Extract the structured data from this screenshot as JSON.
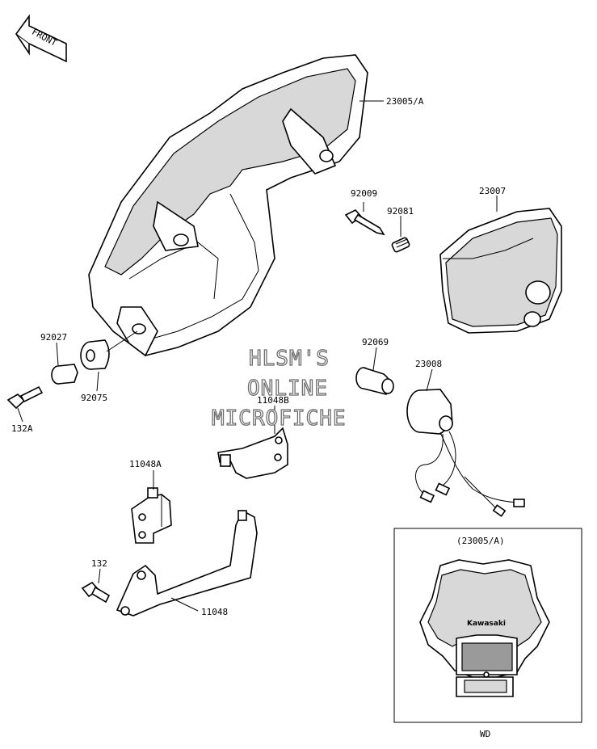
{
  "front_arrow": {
    "text": "FRONT"
  },
  "callouts": {
    "fairing": "23005/A",
    "lens_unit": "23007",
    "screw": "92009",
    "spring": "92081",
    "collar": "92027",
    "grommet": "92075",
    "bolt_lower": "132A",
    "bulb": "92069",
    "socket": "23008",
    "bracket_b": "11048B",
    "bracket_a": "11048A",
    "bolt_stay": "132",
    "stay": "11048"
  },
  "inset": {
    "title": "(23005/A)",
    "caption": "WD",
    "brand_text": "Kawasaki"
  },
  "watermark": {
    "line1": "HLSM'S",
    "line2": "ONLINE",
    "line3": "MICROFICHE"
  }
}
